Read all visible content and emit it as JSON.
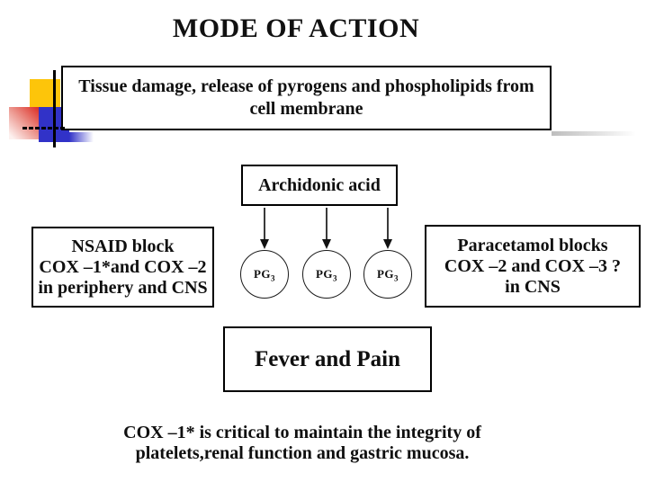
{
  "title": "MODE OF ACTION",
  "boxes": {
    "tissue": {
      "lines": [
        "Tissue damage, release of pyrogens and phospholipids from",
        "cell membrane"
      ]
    },
    "arachidonic": {
      "label": "Archidonic acid"
    },
    "nsaid": {
      "lines": [
        "NSAID block",
        "COX –1*and COX –2",
        "in periphery and CNS"
      ]
    },
    "paracetamol": {
      "lines": [
        "Paracetamol blocks",
        "COX –2 and COX –3 ?",
        "in CNS"
      ]
    },
    "fever": {
      "label": "Fever and Pain"
    }
  },
  "pg_circles": {
    "label": "PG",
    "subscript": "3",
    "count": 3
  },
  "footnote": {
    "lines": [
      "COX –1* is critical to maintain the integrity of",
      "platelets,renal function and gastric mucosa."
    ]
  },
  "colors": {
    "background": "#ffffff",
    "text": "#111111",
    "box_border": "#000000",
    "decor_yellow": "#fdc50a",
    "decor_red": "#dd352c",
    "decor_blue": "#3132c8"
  }
}
